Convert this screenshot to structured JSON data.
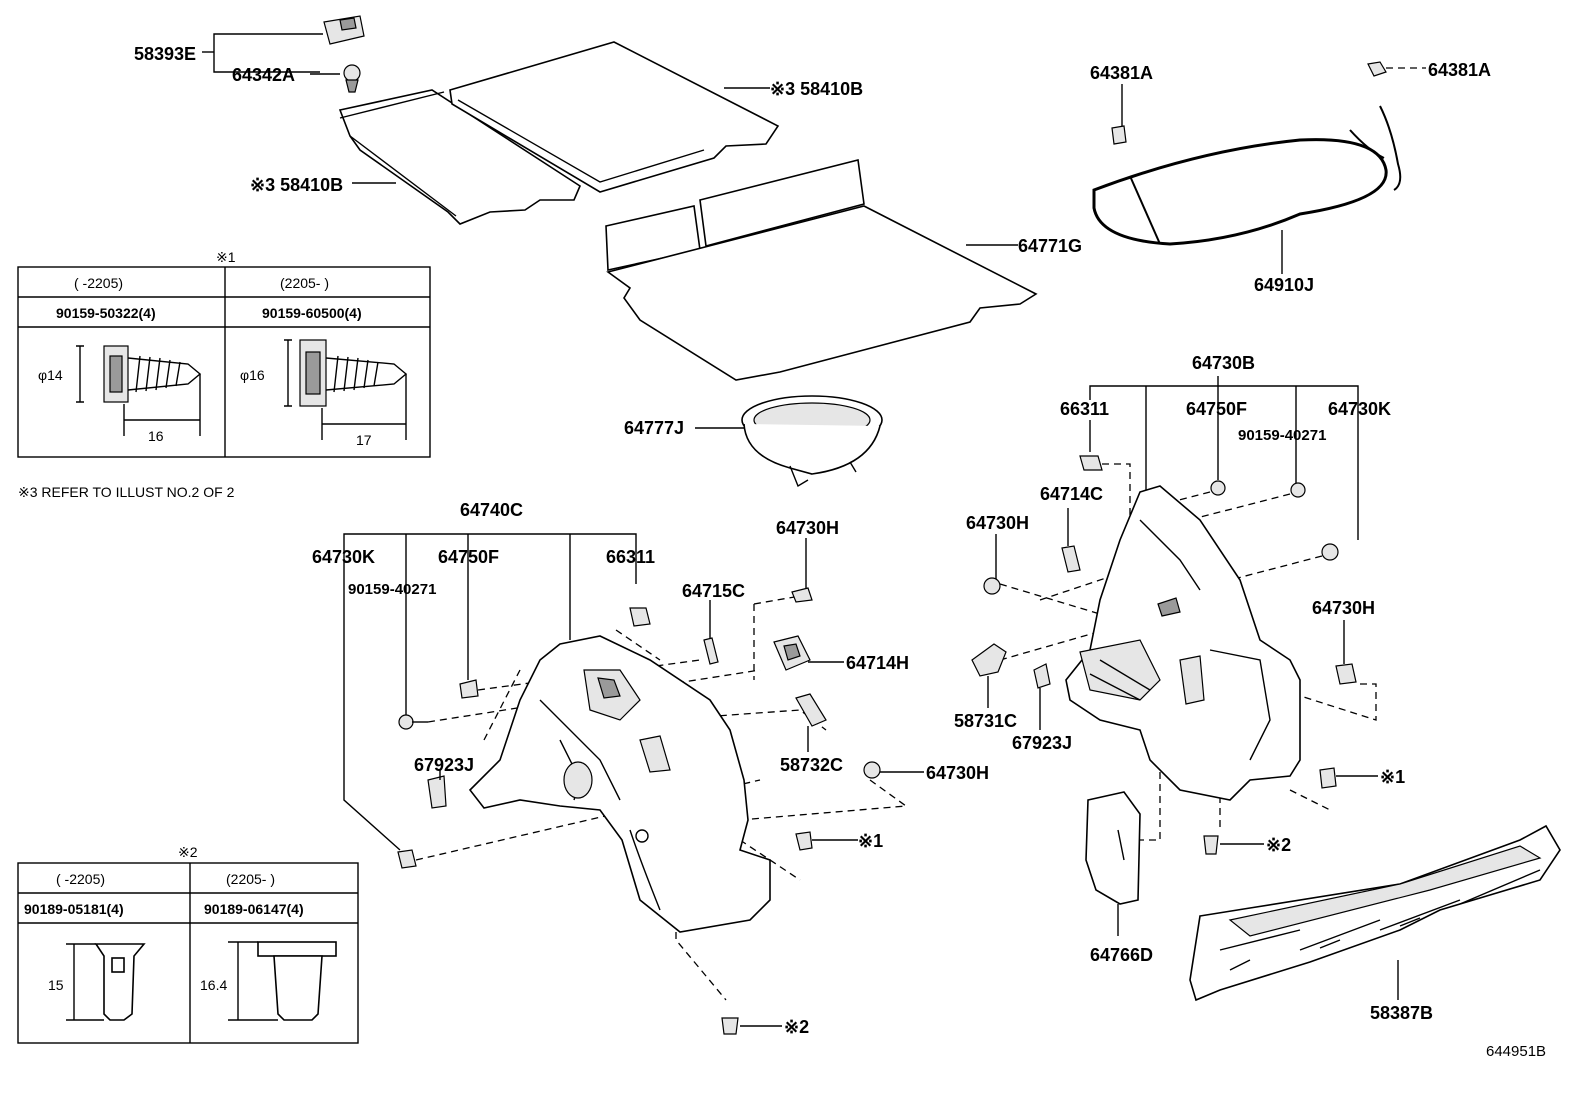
{
  "diagram_id": "644951B",
  "note_refer": "※3 REFER TO ILLUST NO.2 OF 2",
  "parts": {
    "p58393E": "58393E",
    "p64342A": "64342A",
    "p58410B_top": "※3 58410B",
    "p58410B_left": "※3 58410B",
    "p64771G": "64771G",
    "p64777J": "64777J",
    "p64381A_left": "64381A",
    "p64381A_right": "64381A",
    "p64910J": "64910J",
    "p64730B": "64730B",
    "p66311_right": "66311",
    "p64750F_right": "64750F",
    "p64730K_right": "64730K",
    "p90159_40271_right": "90159-40271",
    "p64714C": "64714C",
    "p64730H_r1": "64730H",
    "p64730H_r2": "64730H",
    "p58731C": "58731C",
    "p67923J_right": "67923J",
    "p64766D": "64766D",
    "p58387B": "58387B",
    "p64740C": "64740C",
    "p64730K_left": "64730K",
    "p64750F_left": "64750F",
    "p66311_left": "66311",
    "p90159_40271_left": "90159-40271",
    "p64715C": "64715C",
    "p64730H_l1": "64730H",
    "p64714H": "64714H",
    "p58732C": "58732C",
    "p64730H_l2": "64730H",
    "p67923J_left": "67923J",
    "ref1_a": "※1",
    "ref2_a": "※2",
    "ref1_b": "※1",
    "ref2_b": "※2"
  },
  "table1": {
    "mark": "※1",
    "col1_range": "(     -2205)",
    "col2_range": "(2205-        )",
    "col1_part": "90159-50322(4)",
    "col2_part": "90159-60500(4)",
    "col1_dia": "φ14",
    "col2_dia": "φ16",
    "col1_len": "16",
    "col2_len": "17"
  },
  "table2": {
    "mark": "※2",
    "col1_range": "(     -2205)",
    "col2_range": "(2205-       )",
    "col1_part": "90189-05181(4)",
    "col2_part": "90189-06147(4)",
    "col1_len": "15",
    "col2_len": "16.4"
  }
}
